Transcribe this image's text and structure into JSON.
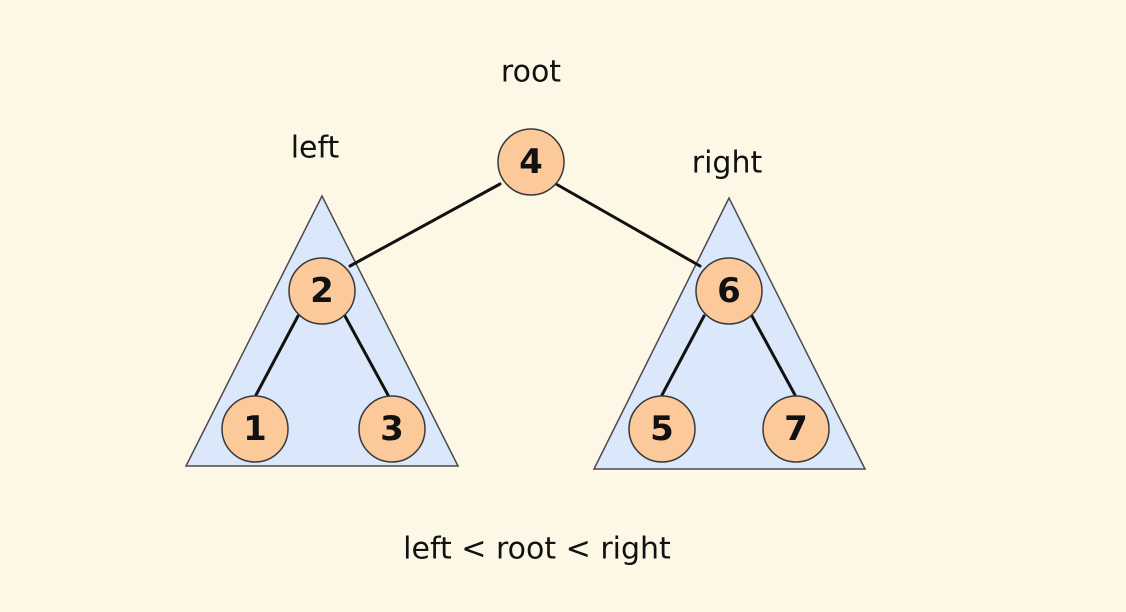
{
  "labels": {
    "root": "root",
    "left": "left",
    "right": "right",
    "rule": "left < root < right"
  },
  "colors": {
    "background": "#fdf7e6",
    "subtree_fill": "#dbe8fb",
    "node_fill": "#fbc99a"
  },
  "tree": {
    "nodes": [
      {
        "id": "n4",
        "value": "4"
      },
      {
        "id": "n2",
        "value": "2"
      },
      {
        "id": "n6",
        "value": "6"
      },
      {
        "id": "n1",
        "value": "1"
      },
      {
        "id": "n3",
        "value": "3"
      },
      {
        "id": "n5",
        "value": "5"
      },
      {
        "id": "n7",
        "value": "7"
      }
    ],
    "edges": [
      {
        "from": "n4",
        "to": "n2"
      },
      {
        "from": "n4",
        "to": "n6"
      },
      {
        "from": "n2",
        "to": "n1"
      },
      {
        "from": "n2",
        "to": "n3"
      },
      {
        "from": "n6",
        "to": "n5"
      },
      {
        "from": "n6",
        "to": "n7"
      }
    ]
  }
}
